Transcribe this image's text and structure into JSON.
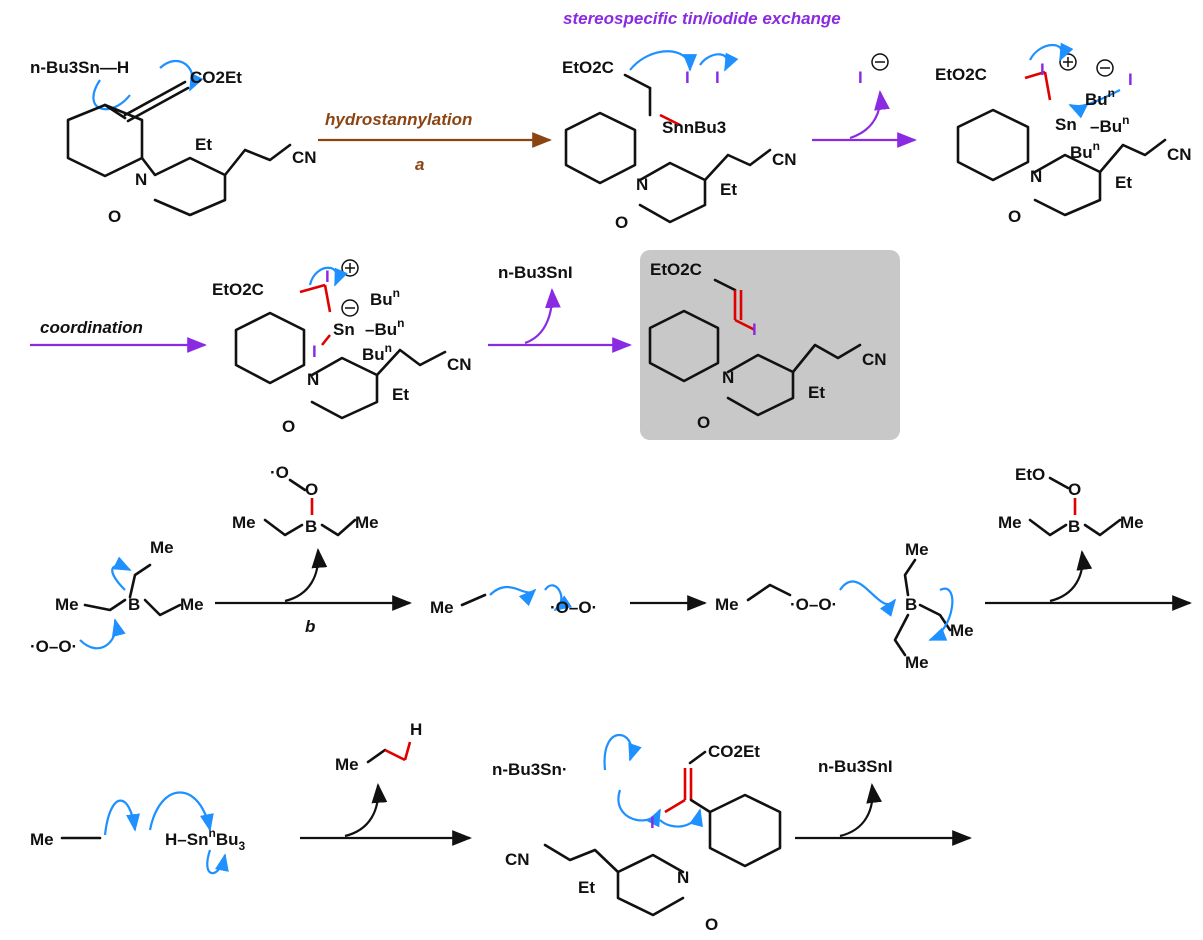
{
  "title": "stereospecific tin/iodide exchange",
  "steps": {
    "hydrostannylation": "hydrostannylation",
    "label_a": "a",
    "coordination": "coordination",
    "label_b": "b"
  },
  "labels": {
    "nbu3snh": "n-Bu3Sn—H",
    "co2et": "CO2Et",
    "eto2c": "EtO2C",
    "et": "Et",
    "cn": "CN",
    "n": "N",
    "o": "O",
    "i": "I",
    "i_minus": "I",
    "sn": "Sn",
    "snbu3": "SnnBu3",
    "bu": "Bu",
    "n_sup": "n",
    "me": "Me",
    "b": "B",
    "h": "H",
    "nbu3sni": "n-Bu3SnI",
    "nbu3sn": "n-Bu3Sn·",
    "eto": "EtO",
    "o_dot": "·O",
    "oo": "·O–O·",
    "hsnbu3": "H–SnnBu3"
  },
  "colors": {
    "purple": "#8a2be2",
    "brown": "#8b4513",
    "blue": "#1e90ff",
    "red": "#e00000",
    "product_box": "#c8c8c8"
  }
}
